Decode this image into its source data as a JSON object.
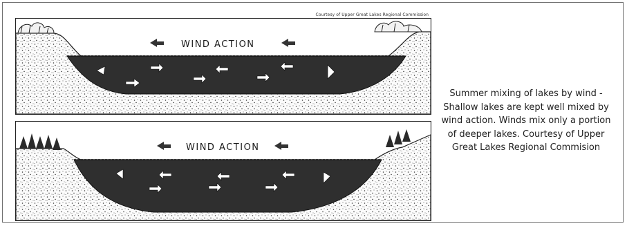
{
  "figure": {
    "credit": "Courtesy of Upper Great Lakes Regional Commission",
    "panels": [
      {
        "label": "WIND ACTION"
      },
      {
        "label": "WIND ACTION"
      }
    ]
  },
  "caption": "Summer mixing of lakes by wind - Shallow lakes are kept well mixed by wind action. Winds mix only a portion of deeper lakes. Courtesy of Upper Great Lakes Regional Commision"
}
